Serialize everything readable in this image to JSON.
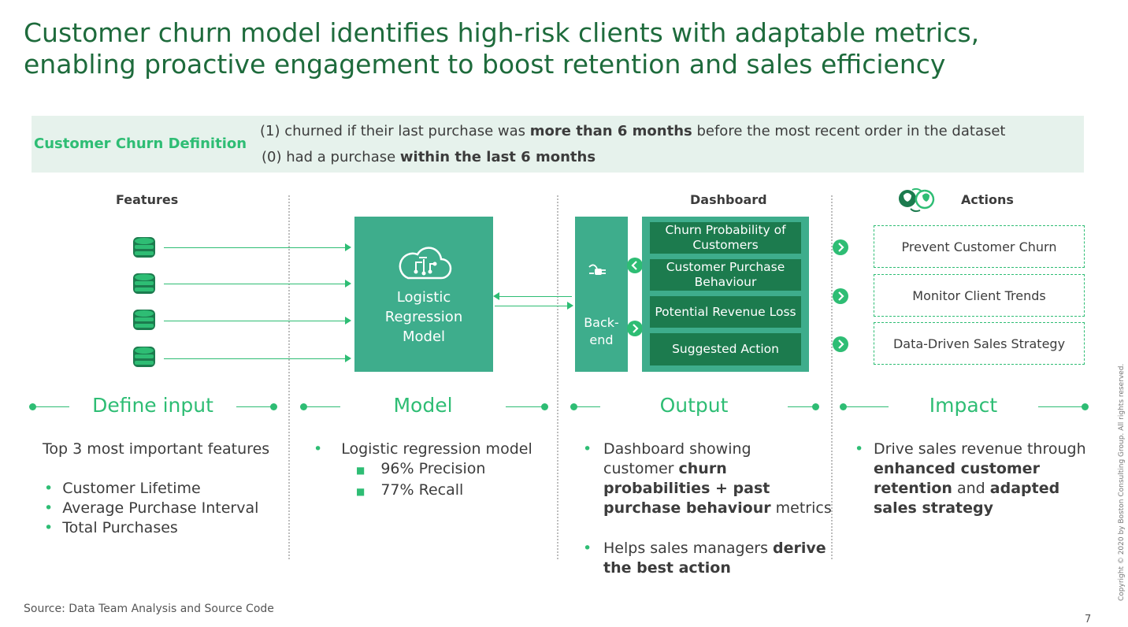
{
  "title": {
    "line1": "Customer churn model identifies high-risk clients with adaptable metrics,",
    "line2": "enabling proactive engagement to boost retention and sales efficiency"
  },
  "definition": {
    "label": "Customer Churn Definition",
    "line1_pre": "(1) churned if their last purchase was ",
    "line1_bold": "more than 6 months",
    "line1_post": " before the most recent order in the dataset",
    "line2_pre": "(0) had a purchase ",
    "line2_bold": "within the last 6 months"
  },
  "headers": {
    "features": "Features",
    "dashboard": "Dashboard",
    "actions": "Actions"
  },
  "model_box": {
    "line1": "Logistic",
    "line2": "Regression",
    "line3": "Model"
  },
  "backend": {
    "line1": "Back-",
    "line2": "end"
  },
  "dashboard_items": [
    "Churn Probability of Customers",
    "Customer Purchase Behaviour",
    "Potential Revenue Loss",
    "Suggested Action"
  ],
  "actions": [
    "Prevent Customer Churn",
    "Monitor Client Trends",
    "Data-Driven Sales Strategy"
  ],
  "stages": {
    "define": "Define input",
    "model": "Model",
    "output": "Output",
    "impact": "Impact"
  },
  "define_col": {
    "intro": "Top 3 most important features",
    "bullets": [
      "Customer Lifetime",
      "Average Purchase Interval",
      "Total Purchases"
    ]
  },
  "model_col": {
    "main": "Logistic regression model",
    "sub": [
      "96% Precision",
      "77% Recall"
    ]
  },
  "output_col": {
    "b1_t1": "Dashboard showing",
    "b1_t2": "customer ",
    "b1_t3": "churn",
    "b1_t4": "probabilities + past",
    "b1_t5": "purchase behaviour",
    "b1_t6": " metrics",
    "b2_t1": "Helps sales managers ",
    "b2_t2": "derive",
    "b2_t3": "the best action"
  },
  "impact_col": {
    "t1": "Drive sales revenue through",
    "t2": "enhanced customer",
    "t3": "retention",
    "t4": " and ",
    "t5": "adapted",
    "t6": "sales strategy"
  },
  "footer": {
    "source": "Source: Data Team Analysis and Source Code",
    "page": "7",
    "copyright": "Copyright © 2020 by Boston Consulting Group. All rights reserved."
  },
  "colors": {
    "title": "#1e6b3c",
    "accent": "#2ebd74",
    "box": "#3ead8c",
    "dark_box": "#1c7b4e",
    "band": "#e6f2ec"
  }
}
